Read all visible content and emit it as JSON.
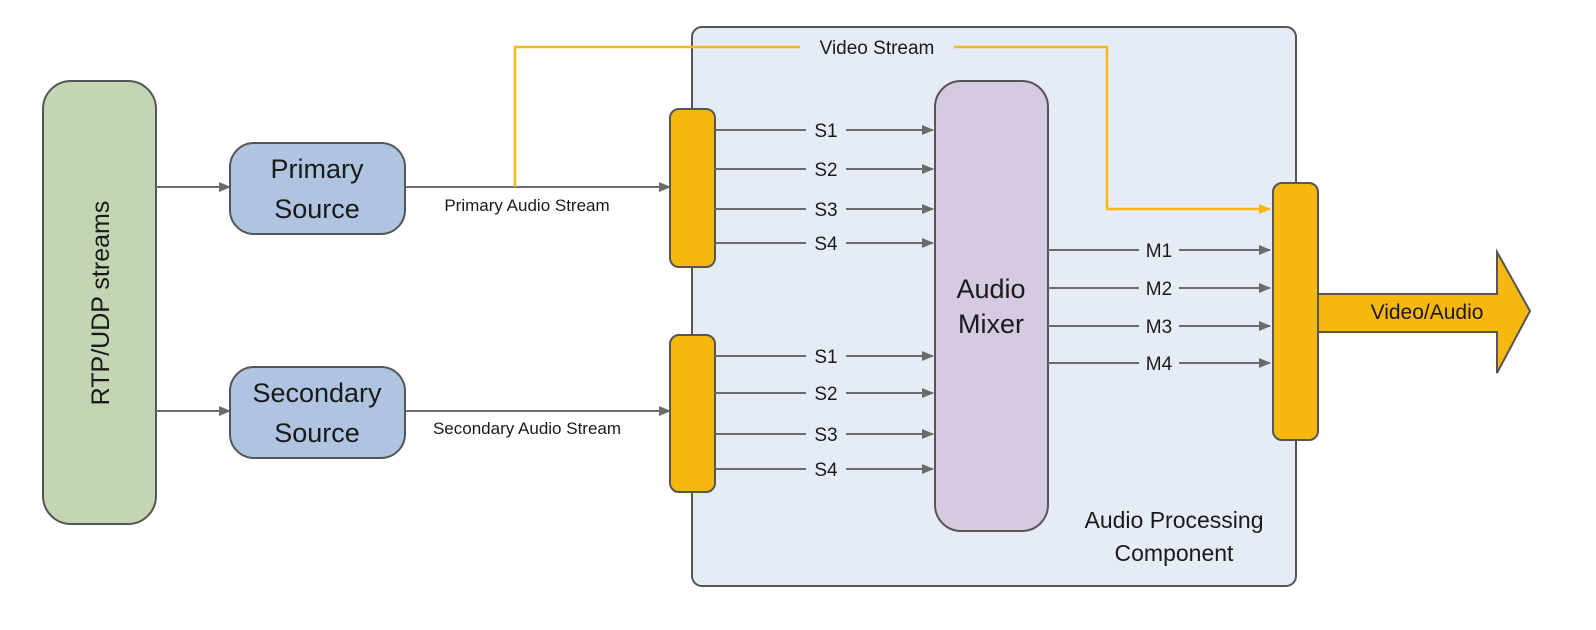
{
  "rtp_label": "RTP/UDP streams",
  "primary": {
    "line1": "Primary",
    "line2": "Source",
    "stream_label": "Primary Audio Stream"
  },
  "secondary": {
    "line1": "Secondary",
    "line2": "Source",
    "stream_label": "Secondary Audio Stream"
  },
  "video_stream_label": "Video Stream",
  "primary_channels": [
    "S1",
    "S2",
    "S3",
    "S4"
  ],
  "secondary_channels": [
    "S1",
    "S2",
    "S3",
    "S4"
  ],
  "mixer": {
    "line1": "Audio",
    "line2": "Mixer"
  },
  "mix_channels": [
    "M1",
    "M2",
    "M3",
    "M4"
  ],
  "component": {
    "line1": "Audio Processing",
    "line2": "Component"
  },
  "output_label": "Video/Audio",
  "colors": {
    "rtp_fill": "#c4d5b4",
    "source_fill": "#afc4e1",
    "component_fill": "#e6ecf6",
    "mixer_fill": "#d5cae1",
    "accent": "#f6b80f",
    "connector": "#6b6b6b"
  }
}
